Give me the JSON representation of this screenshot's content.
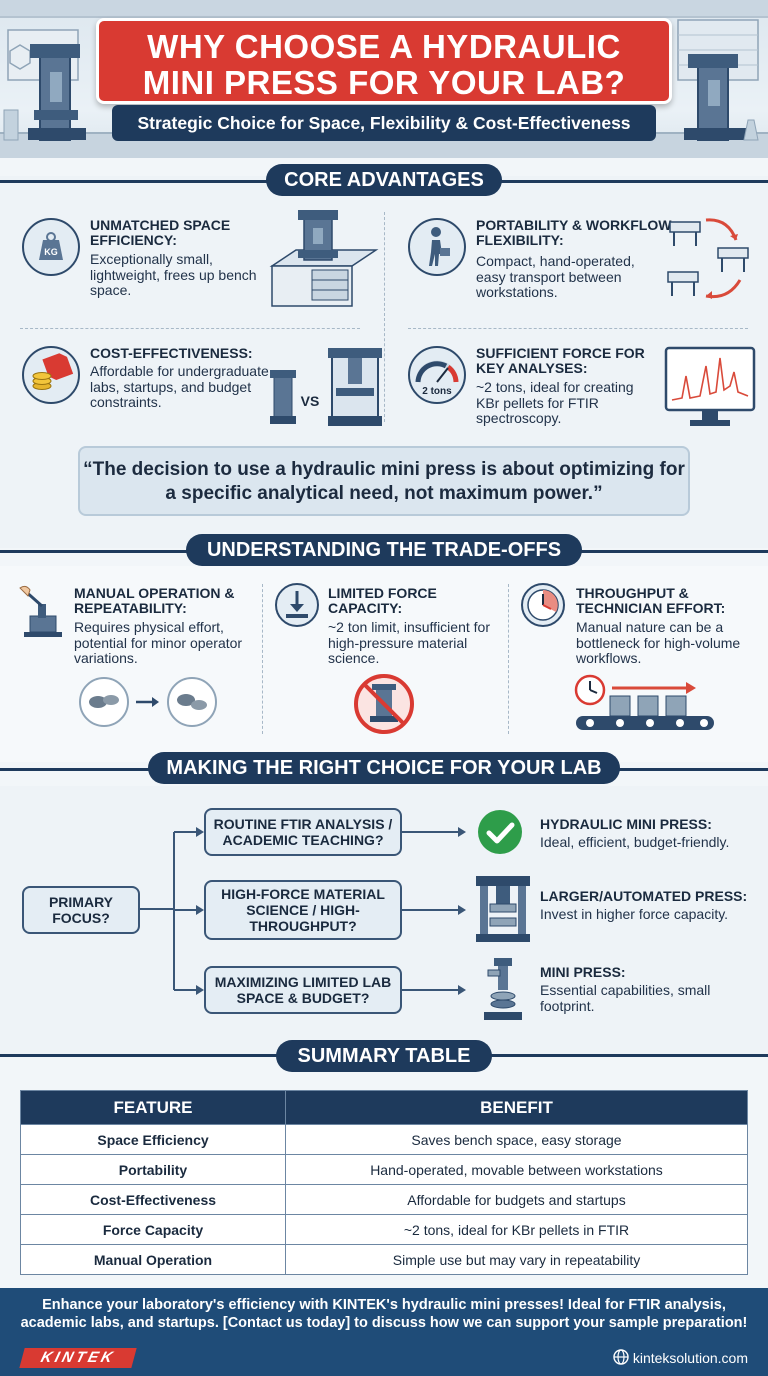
{
  "header": {
    "title_line1": "WHY CHOOSE A HYDRAULIC",
    "title_line2": "MINI PRESS FOR YOUR LAB?",
    "subtitle": "Strategic Choice for Space, Flexibility & Cost-Effectiveness"
  },
  "core": {
    "title": "CORE ADVANTAGES",
    "items": [
      {
        "heading": "UNMATCHED SPACE EFFICIENCY:",
        "text": "Exceptionally small, lightweight, frees up bench space.",
        "icon": "weight-kg-icon",
        "icon_label": "KG"
      },
      {
        "heading": "PORTABILITY & WORKFLOW FLEXIBILITY:",
        "text": "Compact, hand-operated, easy transport between workstations.",
        "icon": "person-carrying-icon"
      },
      {
        "heading": "COST-EFFECTIVENESS:",
        "text": "Affordable for undergraduate labs, startups, and budget constraints.",
        "icon": "price-tag-coins-icon",
        "vs_label": "VS"
      },
      {
        "heading": "SUFFICIENT FORCE FOR KEY ANALYSES:",
        "text": "~2 tons, ideal for creating KBr pellets for FTIR spectroscopy.",
        "icon": "gauge-icon",
        "gauge_label": "2 tons"
      }
    ],
    "quote": "“The decision to use a hydraulic mini press is about optimizing for a specific analytical need, not maximum power.”"
  },
  "tradeoffs": {
    "title": "UNDERSTANDING THE TRADE-OFFS",
    "items": [
      {
        "heading": "MANUAL OPERATION & REPEATABILITY:",
        "text": "Requires physical effort, potential for minor operator variations.",
        "icon": "hand-lever-icon"
      },
      {
        "heading": "LIMITED FORCE CAPACITY:",
        "text": "~2 ton limit, insufficient for high-pressure material science.",
        "icon": "force-down-icon"
      },
      {
        "heading": "THROUGHPUT & TECHNICIAN EFFORT:",
        "text": "Manual nature can be a bottleneck for high-volume workflows.",
        "icon": "clock-icon"
      }
    ]
  },
  "decision": {
    "title": "MAKING THE RIGHT CHOICE FOR YOUR LAB",
    "root": "PRIMARY FOCUS?",
    "branches": [
      {
        "question": "ROUTINE FTIR ANALYSIS / ACADEMIC TEACHING?",
        "result_title": "HYDRAULIC MINI PRESS:",
        "result_text": "Ideal, efficient, budget-friendly."
      },
      {
        "question": "HIGH-FORCE MATERIAL SCIENCE / HIGH-THROUGHPUT?",
        "result_title": "LARGER/AUTOMATED PRESS:",
        "result_text": "Invest in higher force capacity."
      },
      {
        "question": "MAXIMIZING LIMITED LAB SPACE & BUDGET?",
        "result_title": "MINI PRESS:",
        "result_text": "Essential capabilities, small footprint."
      }
    ]
  },
  "summary": {
    "title": "SUMMARY TABLE",
    "columns": [
      "FEATURE",
      "BENEFIT"
    ],
    "rows": [
      [
        "Space Efficiency",
        "Saves bench space, easy storage"
      ],
      [
        "Portability",
        "Hand-operated, movable between workstations"
      ],
      [
        "Cost-Effectiveness",
        "Affordable for budgets and startups"
      ],
      [
        "Force Capacity",
        "~2 tons, ideal for KBr pellets in FTIR"
      ],
      [
        "Manual Operation",
        "Simple use but may vary in repeatability"
      ]
    ]
  },
  "footer": {
    "message": "Enhance your laboratory's efficiency with KINTEK's hydraulic mini presses! Ideal for FTIR analysis, academic labs, and startups. [Contact us today] to discuss how we can support your sample preparation!",
    "brand": "KINTEK",
    "website": "kinteksolution.com"
  },
  "colors": {
    "accent_red": "#d93a32",
    "navy": "#1e3a5c",
    "check_green": "#2e9d4a",
    "arrow_red": "#d94a3a"
  }
}
